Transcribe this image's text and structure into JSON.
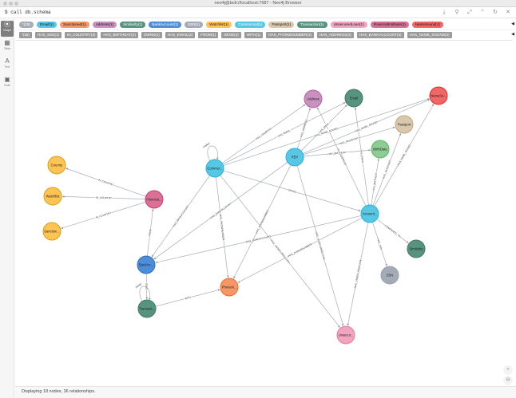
{
  "window": {
    "title": "neo4j@bolt://localhost:7687 - Neo4j Browser"
  },
  "editor": {
    "prompt": "$",
    "query": "call db.schema"
  },
  "toolbar": [
    {
      "name": "download-icon",
      "glyph": "⤓"
    },
    {
      "name": "pin-icon",
      "glyph": "⚲"
    },
    {
      "name": "expand-icon",
      "glyph": "⤢"
    },
    {
      "name": "collapse-up-icon",
      "glyph": "⌃"
    },
    {
      "name": "refresh-icon",
      "glyph": "↻"
    },
    {
      "name": "close-icon",
      "glyph": "✕"
    }
  ],
  "sidebar": [
    {
      "name": "graph-view-tab",
      "label": "Graph",
      "glyph": "⦿",
      "active": true
    },
    {
      "name": "table-view-tab",
      "label": "Table",
      "glyph": "▦",
      "active": false
    },
    {
      "name": "text-view-tab",
      "label": "Text",
      "glyph": "A",
      "active": false
    },
    {
      "name": "code-view-tab",
      "label": "Code",
      "glyph": "▣",
      "active": false
    }
  ],
  "node_labels": [
    {
      "text": "*(18)",
      "color": "#a5abb6",
      "fg": "#ffffff"
    },
    {
      "text": "Email(1)",
      "color": "#57c7e3",
      "fg": "#111"
    },
    {
      "text": "Sanctioned(1)",
      "color": "#f79767",
      "fg": "#111"
    },
    {
      "text": "Address(1)",
      "color": "#c990c0",
      "fg": "#111"
    },
    {
      "text": "Similarity(1)",
      "color": "#569480",
      "fg": "#ffffff"
    },
    {
      "text": "BankAccount(1)",
      "color": "#4c8eda",
      "fg": "#ffffff"
    },
    {
      "text": "SSN(1)",
      "color": "#a5abb6",
      "fg": "#ffffff"
    },
    {
      "text": "Watchlist(1)",
      "color": "#ffc454",
      "fg": "#111"
    },
    {
      "text": "Commercial(1)",
      "color": "#57c7e3",
      "fg": "#ffffff"
    },
    {
      "text": "Passport(1)",
      "color": "#d9c8ae",
      "fg": "#111"
    },
    {
      "text": "Transaction(1)",
      "color": "#569480",
      "fg": "#ffffff"
    },
    {
      "text": "UnsecuredLoan(1)",
      "color": "#f2a5c0",
      "fg": "#111"
    },
    {
      "text": "FinancialInstitute(1)",
      "color": "#da7194",
      "fg": "#111"
    },
    {
      "text": "NameSound(1)",
      "color": "#f16667",
      "fg": "#111"
    }
  ],
  "relationship_types": [
    "*(36)",
    "HAS_SSN(1)",
    "IN_COUNTRY(3)",
    "HAS_BIRTHDAY(2)",
    "OWNS(4)",
    "HAS_EMAIL(2)",
    "FROM(1)",
    "SEND(4)",
    "WITH(1)",
    "HAS_PHONENUMBER(3)",
    "HAS_ADDRESS(3)",
    "HAS_BANKACCOUNT(3)",
    "HAS_NAME_SOUND(3)"
  ],
  "graph": {
    "nodes": [
      {
        "id": "address",
        "label": "Address",
        "color": "#c990c0",
        "stroke": "#b261a5"
      },
      {
        "id": "email",
        "label": "Email",
        "color": "#569480",
        "stroke": "#447666"
      },
      {
        "id": "namesound",
        "label": "NameSo...",
        "color": "#f16667",
        "stroke": "#eb2728"
      },
      {
        "id": "passport",
        "label": "Passport",
        "color": "#d9c8ae",
        "stroke": "#c0a378"
      },
      {
        "id": "pep",
        "label": "PEP",
        "color": "#57c7e3",
        "stroke": "#23b3d7"
      },
      {
        "id": "birthdate",
        "label": "BirthDate",
        "color": "#8dcc93",
        "stroke": "#5db665"
      },
      {
        "id": "commercial",
        "label": "Commer...",
        "color": "#57c7e3",
        "stroke": "#23b3d7"
      },
      {
        "id": "country",
        "label": "Country",
        "color": "#ffc454",
        "stroke": "#d7a013"
      },
      {
        "id": "watchlist",
        "label": "Watchlist",
        "color": "#ffc454",
        "stroke": "#d7a013"
      },
      {
        "id": "sanction",
        "label": "Sanction...",
        "color": "#ffc454",
        "stroke": "#d7a013"
      },
      {
        "id": "financial",
        "label": "Financia...",
        "color": "#da7194",
        "stroke": "#cc3c6c"
      },
      {
        "id": "account",
        "label": "Account...",
        "color": "#57c7e3",
        "stroke": "#23b3d7"
      },
      {
        "id": "similarity",
        "label": "Similarity",
        "color": "#569480",
        "stroke": "#447666"
      },
      {
        "id": "ssn",
        "label": "SSN",
        "color": "#a5abb6",
        "stroke": "#9aa1ac"
      },
      {
        "id": "bankaccount",
        "label": "BankAc...",
        "color": "#4c8eda",
        "stroke": "#2870c2"
      },
      {
        "id": "phone",
        "label": "PhoneN...",
        "color": "#f79767",
        "stroke": "#f36924"
      },
      {
        "id": "transaction",
        "label": "Transact...",
        "color": "#569480",
        "stroke": "#447666"
      },
      {
        "id": "unsecured",
        "label": "Unsecur...",
        "color": "#f2a5c0",
        "stroke": "#e8779d"
      }
    ],
    "edges": [
      {
        "from": "commercial",
        "to": "address",
        "label": "HAS_ADDRESS"
      },
      {
        "from": "pep",
        "to": "address",
        "label": "HAS_ADDRESS"
      },
      {
        "from": "account",
        "to": "address",
        "label": "HAS_ADDRESS"
      },
      {
        "from": "commercial",
        "to": "email",
        "label": "HAS_EMAIL"
      },
      {
        "from": "pep",
        "to": "email",
        "label": "HAS_EMAIL"
      },
      {
        "from": "account",
        "to": "email",
        "label": "HAS_EMAIL"
      },
      {
        "from": "pep",
        "to": "namesound",
        "label": "HAS_NAME_SOUND"
      },
      {
        "from": "account",
        "to": "namesound",
        "label": "HAS_NAME_SOUND"
      },
      {
        "from": "commercial",
        "to": "namesound",
        "label": "HAS_NAME_SOUND"
      },
      {
        "from": "pep",
        "to": "passport",
        "label": "HAS_PASSPORT"
      },
      {
        "from": "account",
        "to": "passport",
        "label": "HAS_PASSPORT"
      },
      {
        "from": "pep",
        "to": "birthdate",
        "label": "HAS_BIRTHDAY"
      },
      {
        "from": "account",
        "to": "birthdate",
        "label": "HAS_BIRTHDAY"
      },
      {
        "from": "commercial",
        "to": "commercial",
        "label": "OWNS",
        "loop": true
      },
      {
        "from": "financial",
        "to": "country",
        "label": "IN_COUNTRY"
      },
      {
        "from": "financial",
        "to": "watchlist",
        "label": "IN_COUNTRY"
      },
      {
        "from": "financial",
        "to": "sanction",
        "label": "IN_COUNTRY"
      },
      {
        "from": "commercial",
        "to": "account",
        "label": "OWNS"
      },
      {
        "from": "account",
        "to": "similarity",
        "label": "COMPARED_TO"
      },
      {
        "from": "account",
        "to": "ssn",
        "label": "HAS_SSN"
      },
      {
        "from": "commercial",
        "to": "bankaccount",
        "label": "HAS_BANKACCOUNT"
      },
      {
        "from": "pep",
        "to": "bankaccount",
        "label": "HAS_BANKACCOUNT"
      },
      {
        "from": "account",
        "to": "bankaccount",
        "label": "HAS_BANKACCOUNT"
      },
      {
        "from": "bankaccount",
        "to": "financial",
        "label": "FROM"
      },
      {
        "from": "commercial",
        "to": "phone",
        "label": "HAS_PHONENUMBER"
      },
      {
        "from": "pep",
        "to": "phone",
        "label": "HAS_PHONENUMBER"
      },
      {
        "from": "account",
        "to": "phone",
        "label": "HAS_PHONENUMBER"
      },
      {
        "from": "bankaccount",
        "to": "transaction",
        "label": "SEND"
      },
      {
        "from": "transaction",
        "to": "phone",
        "label": "WITH"
      },
      {
        "from": "transaction",
        "to": "transaction",
        "label": "SEND",
        "loop": true
      },
      {
        "from": "commercial",
        "to": "unsecured",
        "label": "HAS_UNSECUREDLOAN"
      },
      {
        "from": "pep",
        "to": "unsecured",
        "label": "HAS_UNSECUREDLOAN"
      },
      {
        "from": "account",
        "to": "unsecured",
        "label": "HAS_UNSECUREDLOAN"
      }
    ]
  },
  "status": {
    "text": "Displaying 18 nodes, 36 relationships."
  },
  "zoom": [
    {
      "name": "zoom-in-icon",
      "glyph": "+"
    },
    {
      "name": "zoom-out-icon",
      "glyph": "−"
    }
  ]
}
